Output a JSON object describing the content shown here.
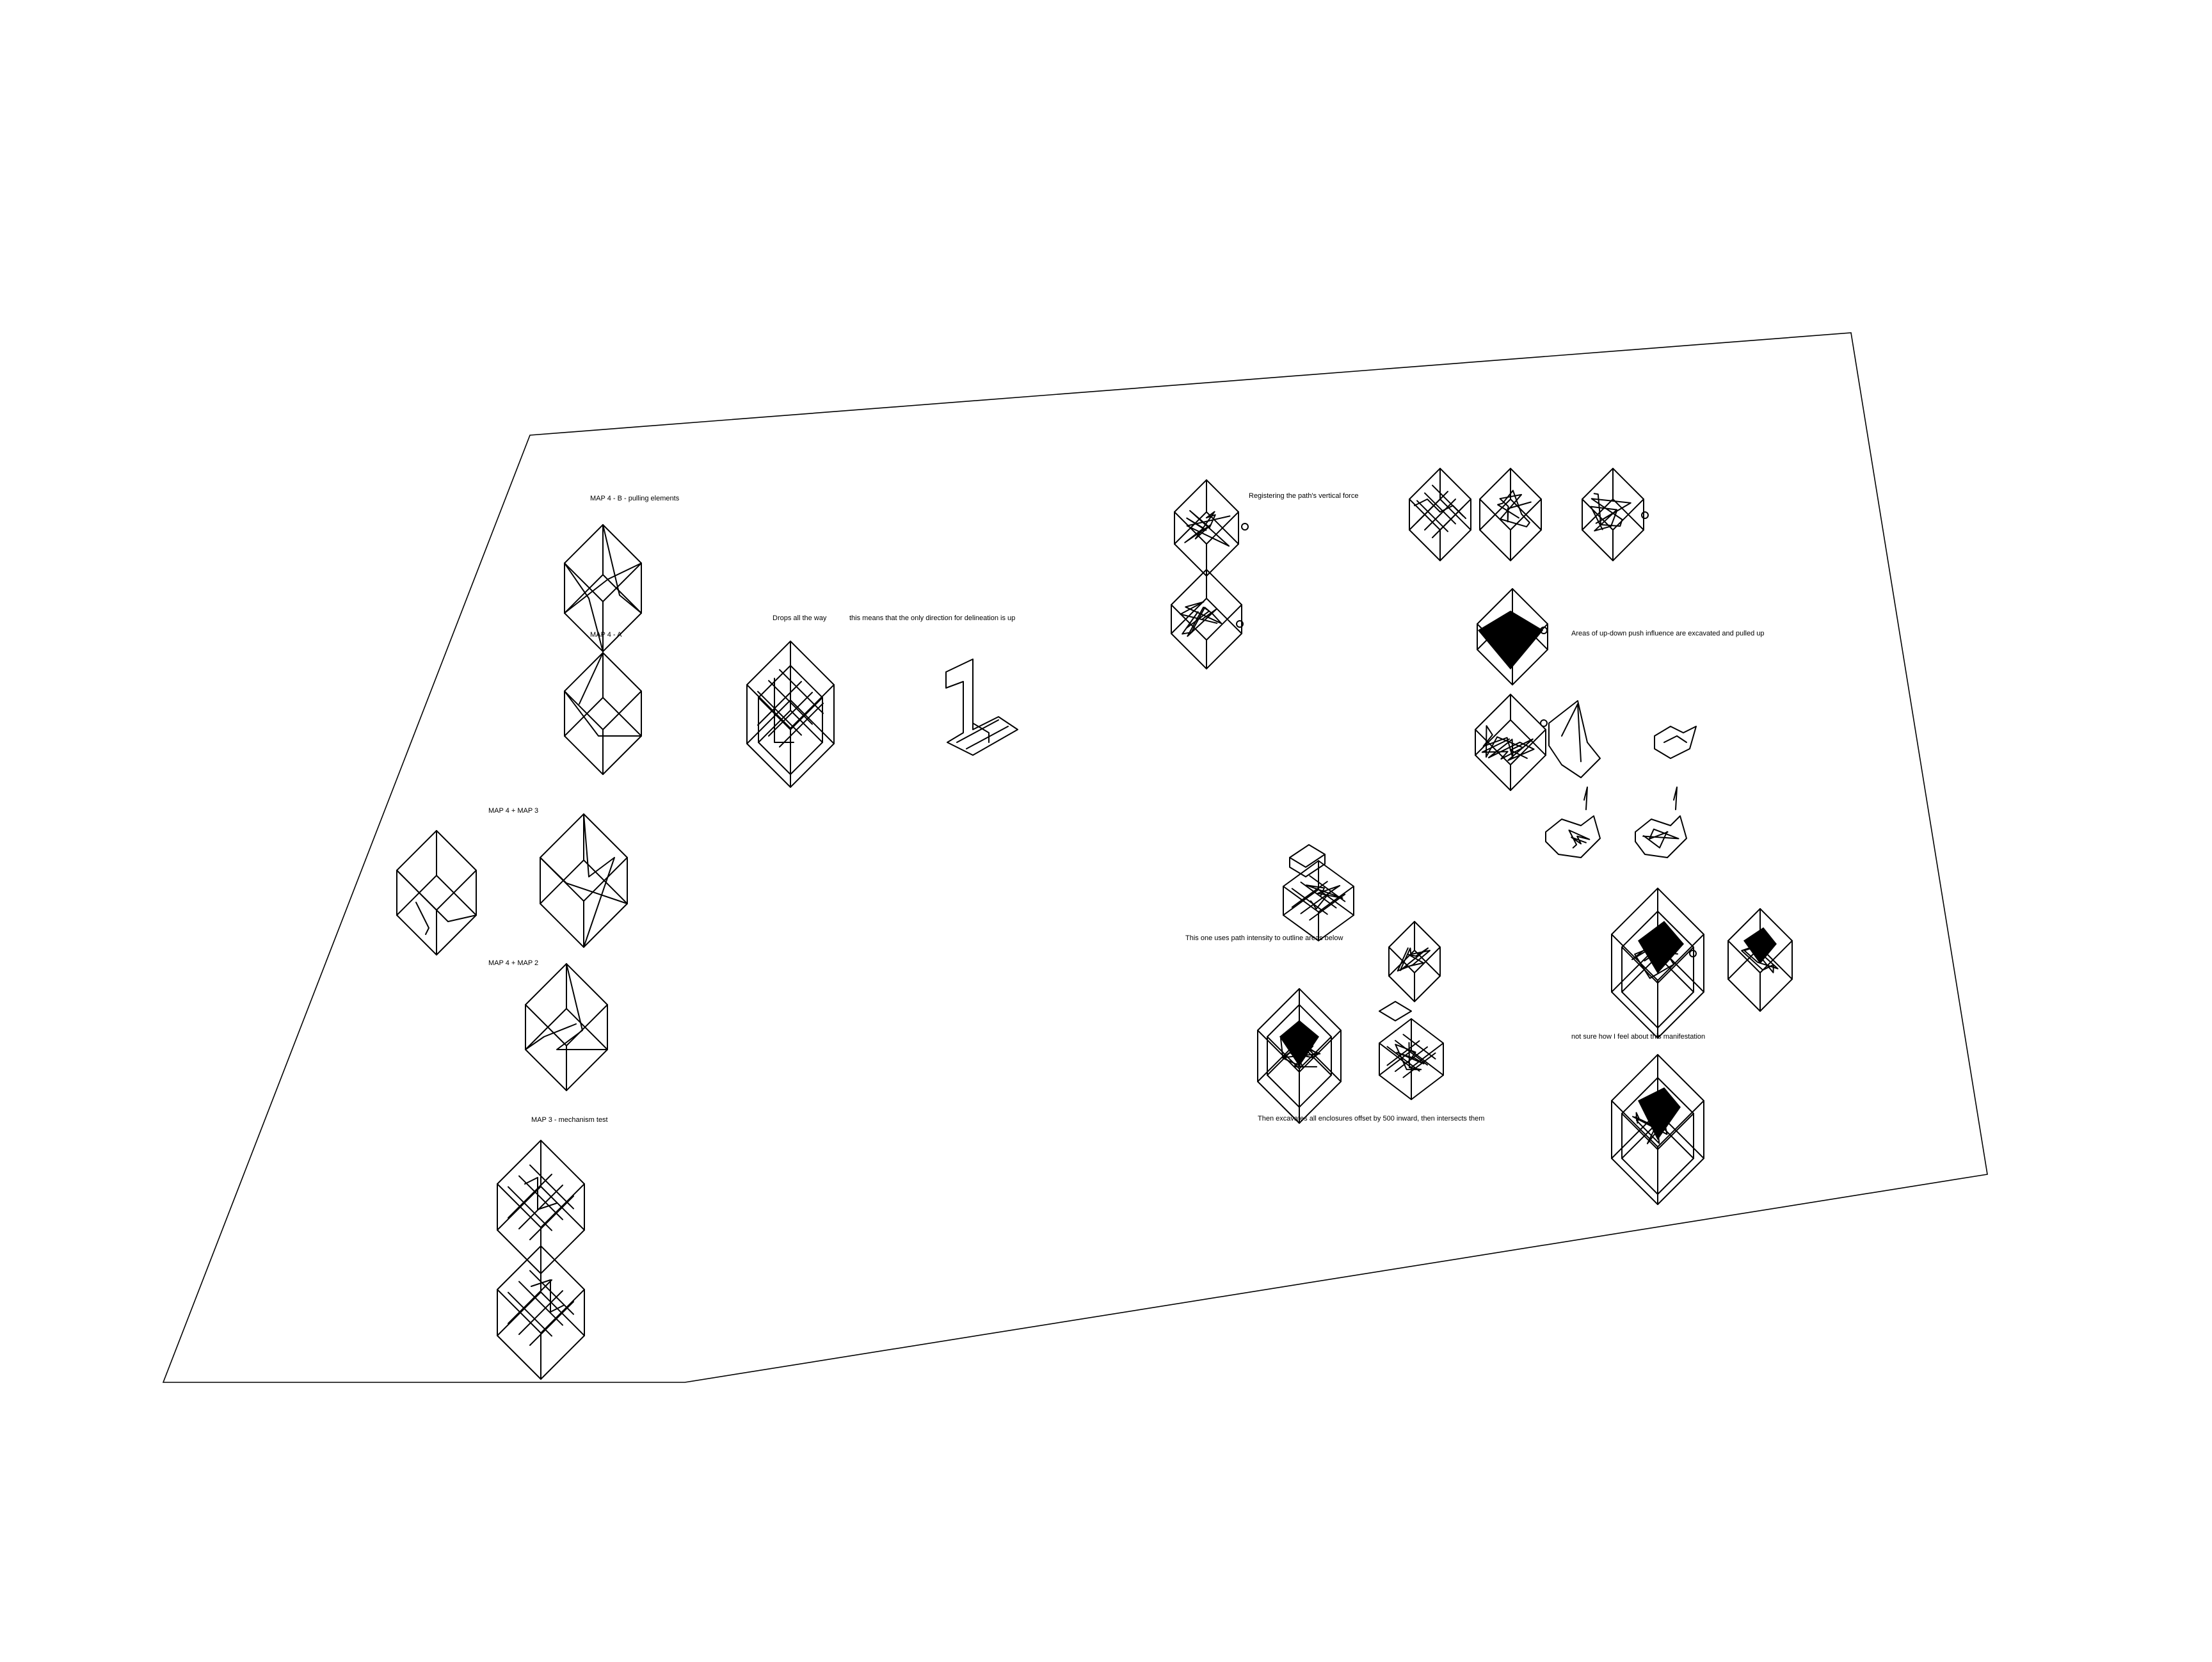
{
  "labels": {
    "map4b": "MAP 4 - B - pulling elements",
    "map4a": "MAP 4 - A",
    "drops": "Drops all the way",
    "means": "this means that the only direction for delineation is up",
    "map4map3": "MAP 4 + MAP 3",
    "map4map2": "MAP 4 + MAP 2",
    "map3": "MAP 3 - mechanism test",
    "registering": "Registering the path's vertical force",
    "areas": "Areas of up-down push influence are excavated and pulled up",
    "pathIntensity": "This one uses path intensity to outline areas below",
    "notSure": "not sure how I feel about this manifestation",
    "excavates": "Then excavates all enclosures offset by 500 inward, then intersects them"
  },
  "style": {
    "background": "#ffffff",
    "stroke": "#000000"
  }
}
